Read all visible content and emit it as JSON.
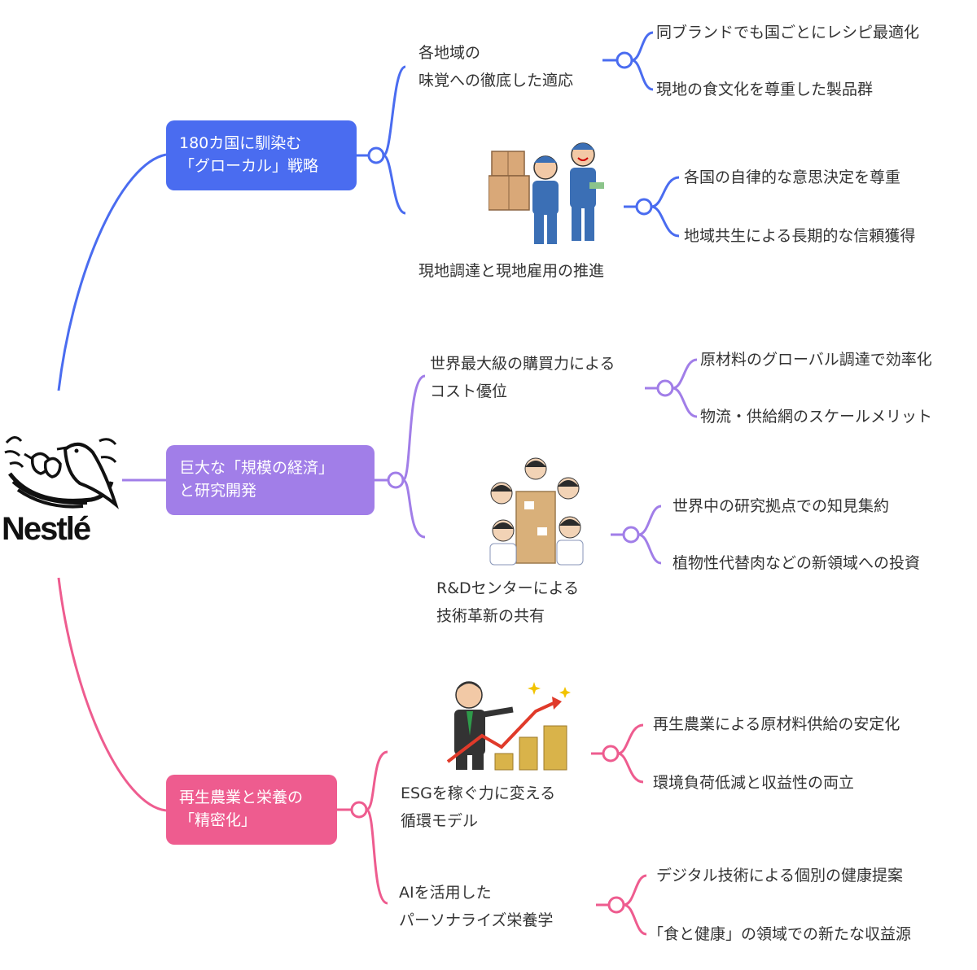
{
  "logo": {
    "text": "Nestlé",
    "icon": "nest-birds-icon"
  },
  "colors": {
    "blue": "#4a6cf0",
    "purple": "#a17ee8",
    "pink": "#ee5c8f"
  },
  "branches": [
    {
      "label": "180カ国に馴染む\n「グローカル」戦略",
      "color": "#4a6cf0",
      "subs": [
        {
          "label": "各地域の\n味覚への徹底した適応",
          "leaves": [
            "同ブランドでも国ごとにレシピ最適化",
            "現地の食文化を尊重した製品群"
          ]
        },
        {
          "label": "現地調達と現地雇用の推進",
          "image": "workers-carrying-boxes-illustration",
          "leaves": [
            "各国の自律的な意思決定を尊重",
            "地域共生による長期的な信頼獲得"
          ]
        }
      ]
    },
    {
      "label": "巨大な「規模の経済」\nと研究開発",
      "color": "#a17ee8",
      "subs": [
        {
          "label": "世界最大級の購買力による\nコスト優位",
          "leaves": [
            "原材料のグローバル調達で効率化",
            "物流・供給網のスケールメリット"
          ]
        },
        {
          "label": "R&Dセンターによる\n技術革新の共有",
          "image": "meeting-table-illustration",
          "leaves": [
            "世界中の研究拠点での知見集約",
            "植物性代替肉などの新領域への投資"
          ]
        }
      ]
    },
    {
      "label": "再生農業と栄養の\n「精密化」",
      "color": "#ee5c8f",
      "subs": [
        {
          "label": "ESGを稼ぐ力に変える\n循環モデル",
          "image": "businessman-growth-chart-illustration",
          "leaves": [
            "再生農業による原材料供給の安定化",
            "環境負荷低減と収益性の両立"
          ]
        },
        {
          "label": "AIを活用した\nパーソナライズ栄養学",
          "leaves": [
            "デジタル技術による個別の健康提案",
            "「食と健康」の領域での新たな収益源"
          ]
        }
      ]
    }
  ]
}
